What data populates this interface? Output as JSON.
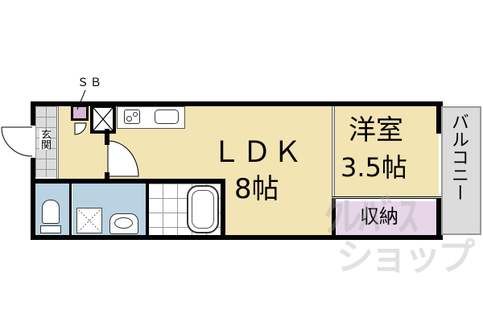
{
  "floorplan": {
    "rooms": {
      "ldk": {
        "name": "ＬＤＫ",
        "size": "8帖"
      },
      "western_room": {
        "name": "洋室",
        "size": "3.5帖"
      },
      "storage": {
        "name": "収納"
      },
      "balcony": {
        "name": "バルコニー"
      },
      "entrance": {
        "name": "玄関"
      },
      "shoe_box": {
        "name": "ＳＢ"
      }
    },
    "watermark": {
      "line1": "ｸﾚﾊﾞｽ",
      "line2": "ショップ"
    },
    "colors": {
      "floor": "#f3e4b4",
      "wet_area": "#b9d3e2",
      "storage": "#e6d6e8",
      "entrance": "#dcdcdc",
      "balcony": "#dcdcdc",
      "wall": "#000000"
    }
  }
}
